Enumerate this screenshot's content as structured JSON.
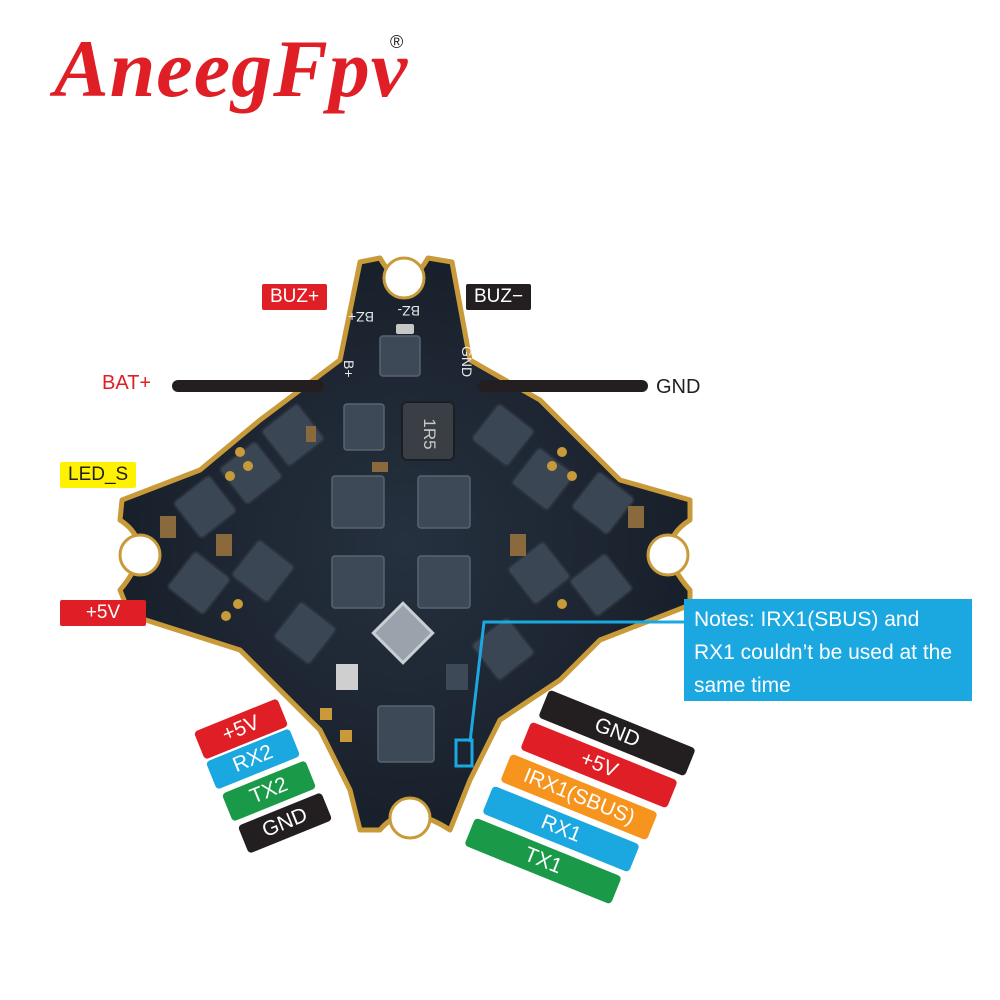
{
  "brand": {
    "logo_text": "AneegFpv",
    "registered": "®"
  },
  "labels": {
    "buz_plus": "BUZ+",
    "buz_minus": "BUZ−",
    "bat_plus": "BAT+",
    "gnd_top": "GND",
    "led_s": "LED_S",
    "plus5v_left": "+5V"
  },
  "left_connector": [
    "+5V",
    "RX2",
    "TX2",
    "GND"
  ],
  "right_connector": [
    "GND",
    "+5V",
    "IRX1(SBUS)",
    "RX1",
    "TX1"
  ],
  "note": "Notes: IRX1(SBUS) and RX1 couldn’t be used at the same time",
  "silkscreen": {
    "bz_minus": "BZ-",
    "bz_plus": "BZ+",
    "b_plus": "B+",
    "gnd": "GND",
    "inductor": "1R5"
  },
  "colors": {
    "red": "#e01e26",
    "black": "#231f20",
    "yellow": "#fff200",
    "blue": "#1ba8e0",
    "green": "#1a9a48",
    "orange": "#f7941d",
    "pcb": "#1c2633"
  }
}
